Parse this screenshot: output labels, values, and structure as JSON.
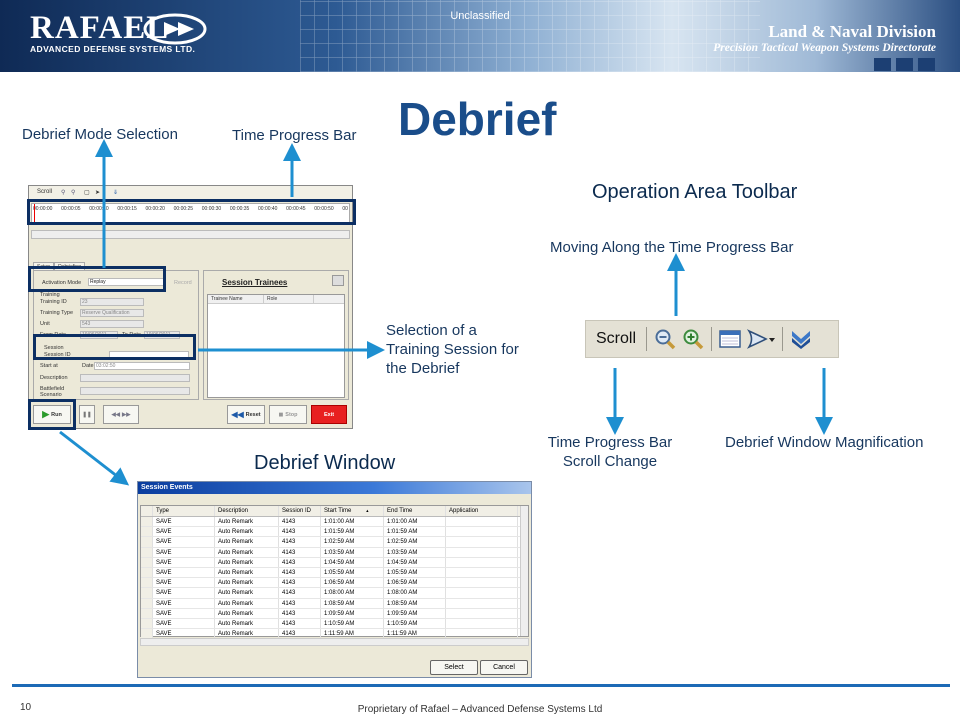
{
  "header": {
    "logo_name": "RAFAEL",
    "logo_subtitle": "ADVANCED DEFENSE SYSTEMS LTD.",
    "classification": "Unclassified",
    "division": "Land & Naval Division",
    "directorate": "Precision Tactical Weapon Systems Directorate"
  },
  "title": "Debrief",
  "labels": {
    "mode_selection": "Debrief Mode Selection",
    "time_progress_bar": "Time Progress Bar",
    "operation_toolbar": "Operation Area Toolbar",
    "moving_along": "Moving Along the Time Progress Bar",
    "session_selection_1": "Selection of a",
    "session_selection_2": "Training Session for",
    "session_selection_3": "the Debrief",
    "scroll_change_1": "Time Progress Bar",
    "scroll_change_2": "Scroll Change",
    "magnification": "Debrief Window Magnification",
    "debrief_window": "Debrief Window"
  },
  "app": {
    "toolbar_scroll": "Scroll",
    "timeline_ticks": [
      "00:00:00",
      "00:00:05",
      "00:00:10",
      "00:00:15",
      "00:00:20",
      "00:00:25",
      "00:00:30",
      "00:00:35",
      "00:00:40",
      "00:00:45",
      "00:00:50",
      "00"
    ],
    "tabs": [
      "Setup",
      "Debriefing"
    ],
    "activation_mode_label": "Activation Mode",
    "activation_mode_value": "Replay",
    "record_label": "Record",
    "training_label": "Training",
    "training_id_label": "Training ID",
    "training_id_value": "23",
    "training_type_label": "Training Type",
    "training_type_value": "Reserve Qualification",
    "unit_label": "Unit",
    "unit_value": "543",
    "from_date_label": "From Date",
    "from_date_value": "19/06/2011",
    "to_date_label": "To Date",
    "to_date_value": "19/06/2011",
    "session_label": "Session",
    "session_id_label": "Session ID",
    "start_label": "Start at",
    "start_prefix": "Date",
    "start_value": "03:02:50",
    "description_label": "Description",
    "battlefield_label_1": "Battlefield",
    "battlefield_label_2": "Scenario",
    "trainees_title": "Session Trainees",
    "trainee_columns": [
      "Trainee Name",
      "Role"
    ],
    "run_label": "Run",
    "reset_label": "Reset",
    "stop_label": "Stop",
    "exit_label": "Exit"
  },
  "op_toolbar": {
    "scroll_label": "Scroll",
    "icons": [
      "zoom-out-icon",
      "zoom-in-icon",
      "window-icon",
      "cursor-arrow-icon",
      "double-chevron-down-icon"
    ]
  },
  "events": {
    "title": "Session Events",
    "columns": [
      "Type",
      "Description",
      "Session ID",
      "Start Time",
      "End Time",
      "Application"
    ],
    "rows": [
      [
        "SAVE",
        "Auto Remark",
        "4143",
        "1:01:00 AM",
        "1:01:00 AM",
        ""
      ],
      [
        "SAVE",
        "Auto Remark",
        "4143",
        "1:01:59 AM",
        "1:01:59 AM",
        ""
      ],
      [
        "SAVE",
        "Auto Remark",
        "4143",
        "1:02:59 AM",
        "1:02:59 AM",
        ""
      ],
      [
        "SAVE",
        "Auto Remark",
        "4143",
        "1:03:59 AM",
        "1:03:59 AM",
        ""
      ],
      [
        "SAVE",
        "Auto Remark",
        "4143",
        "1:04:59 AM",
        "1:04:59 AM",
        ""
      ],
      [
        "SAVE",
        "Auto Remark",
        "4143",
        "1:05:59 AM",
        "1:05:59 AM",
        ""
      ],
      [
        "SAVE",
        "Auto Remark",
        "4143",
        "1:06:59 AM",
        "1:06:59 AM",
        ""
      ],
      [
        "SAVE",
        "Auto Remark",
        "4143",
        "1:08:00 AM",
        "1:08:00 AM",
        ""
      ],
      [
        "SAVE",
        "Auto Remark",
        "4143",
        "1:08:59 AM",
        "1:08:59 AM",
        ""
      ],
      [
        "SAVE",
        "Auto Remark",
        "4143",
        "1:09:59 AM",
        "1:09:59 AM",
        ""
      ],
      [
        "SAVE",
        "Auto Remark",
        "4143",
        "1:10:59 AM",
        "1:10:59 AM",
        ""
      ],
      [
        "SAVE",
        "Auto Remark",
        "4143",
        "1:11:59 AM",
        "1:11:59 AM",
        ""
      ]
    ],
    "select_label": "Select",
    "cancel_label": "Cancel"
  },
  "footer": {
    "page_number": "10",
    "text": "Proprietary of Rafael – Advanced Defense Systems Ltd"
  },
  "colors": {
    "accent": "#1a4d8a",
    "highlight": "#0c2f63",
    "arrow": "#1e8fd0",
    "exit": "#e82020"
  }
}
